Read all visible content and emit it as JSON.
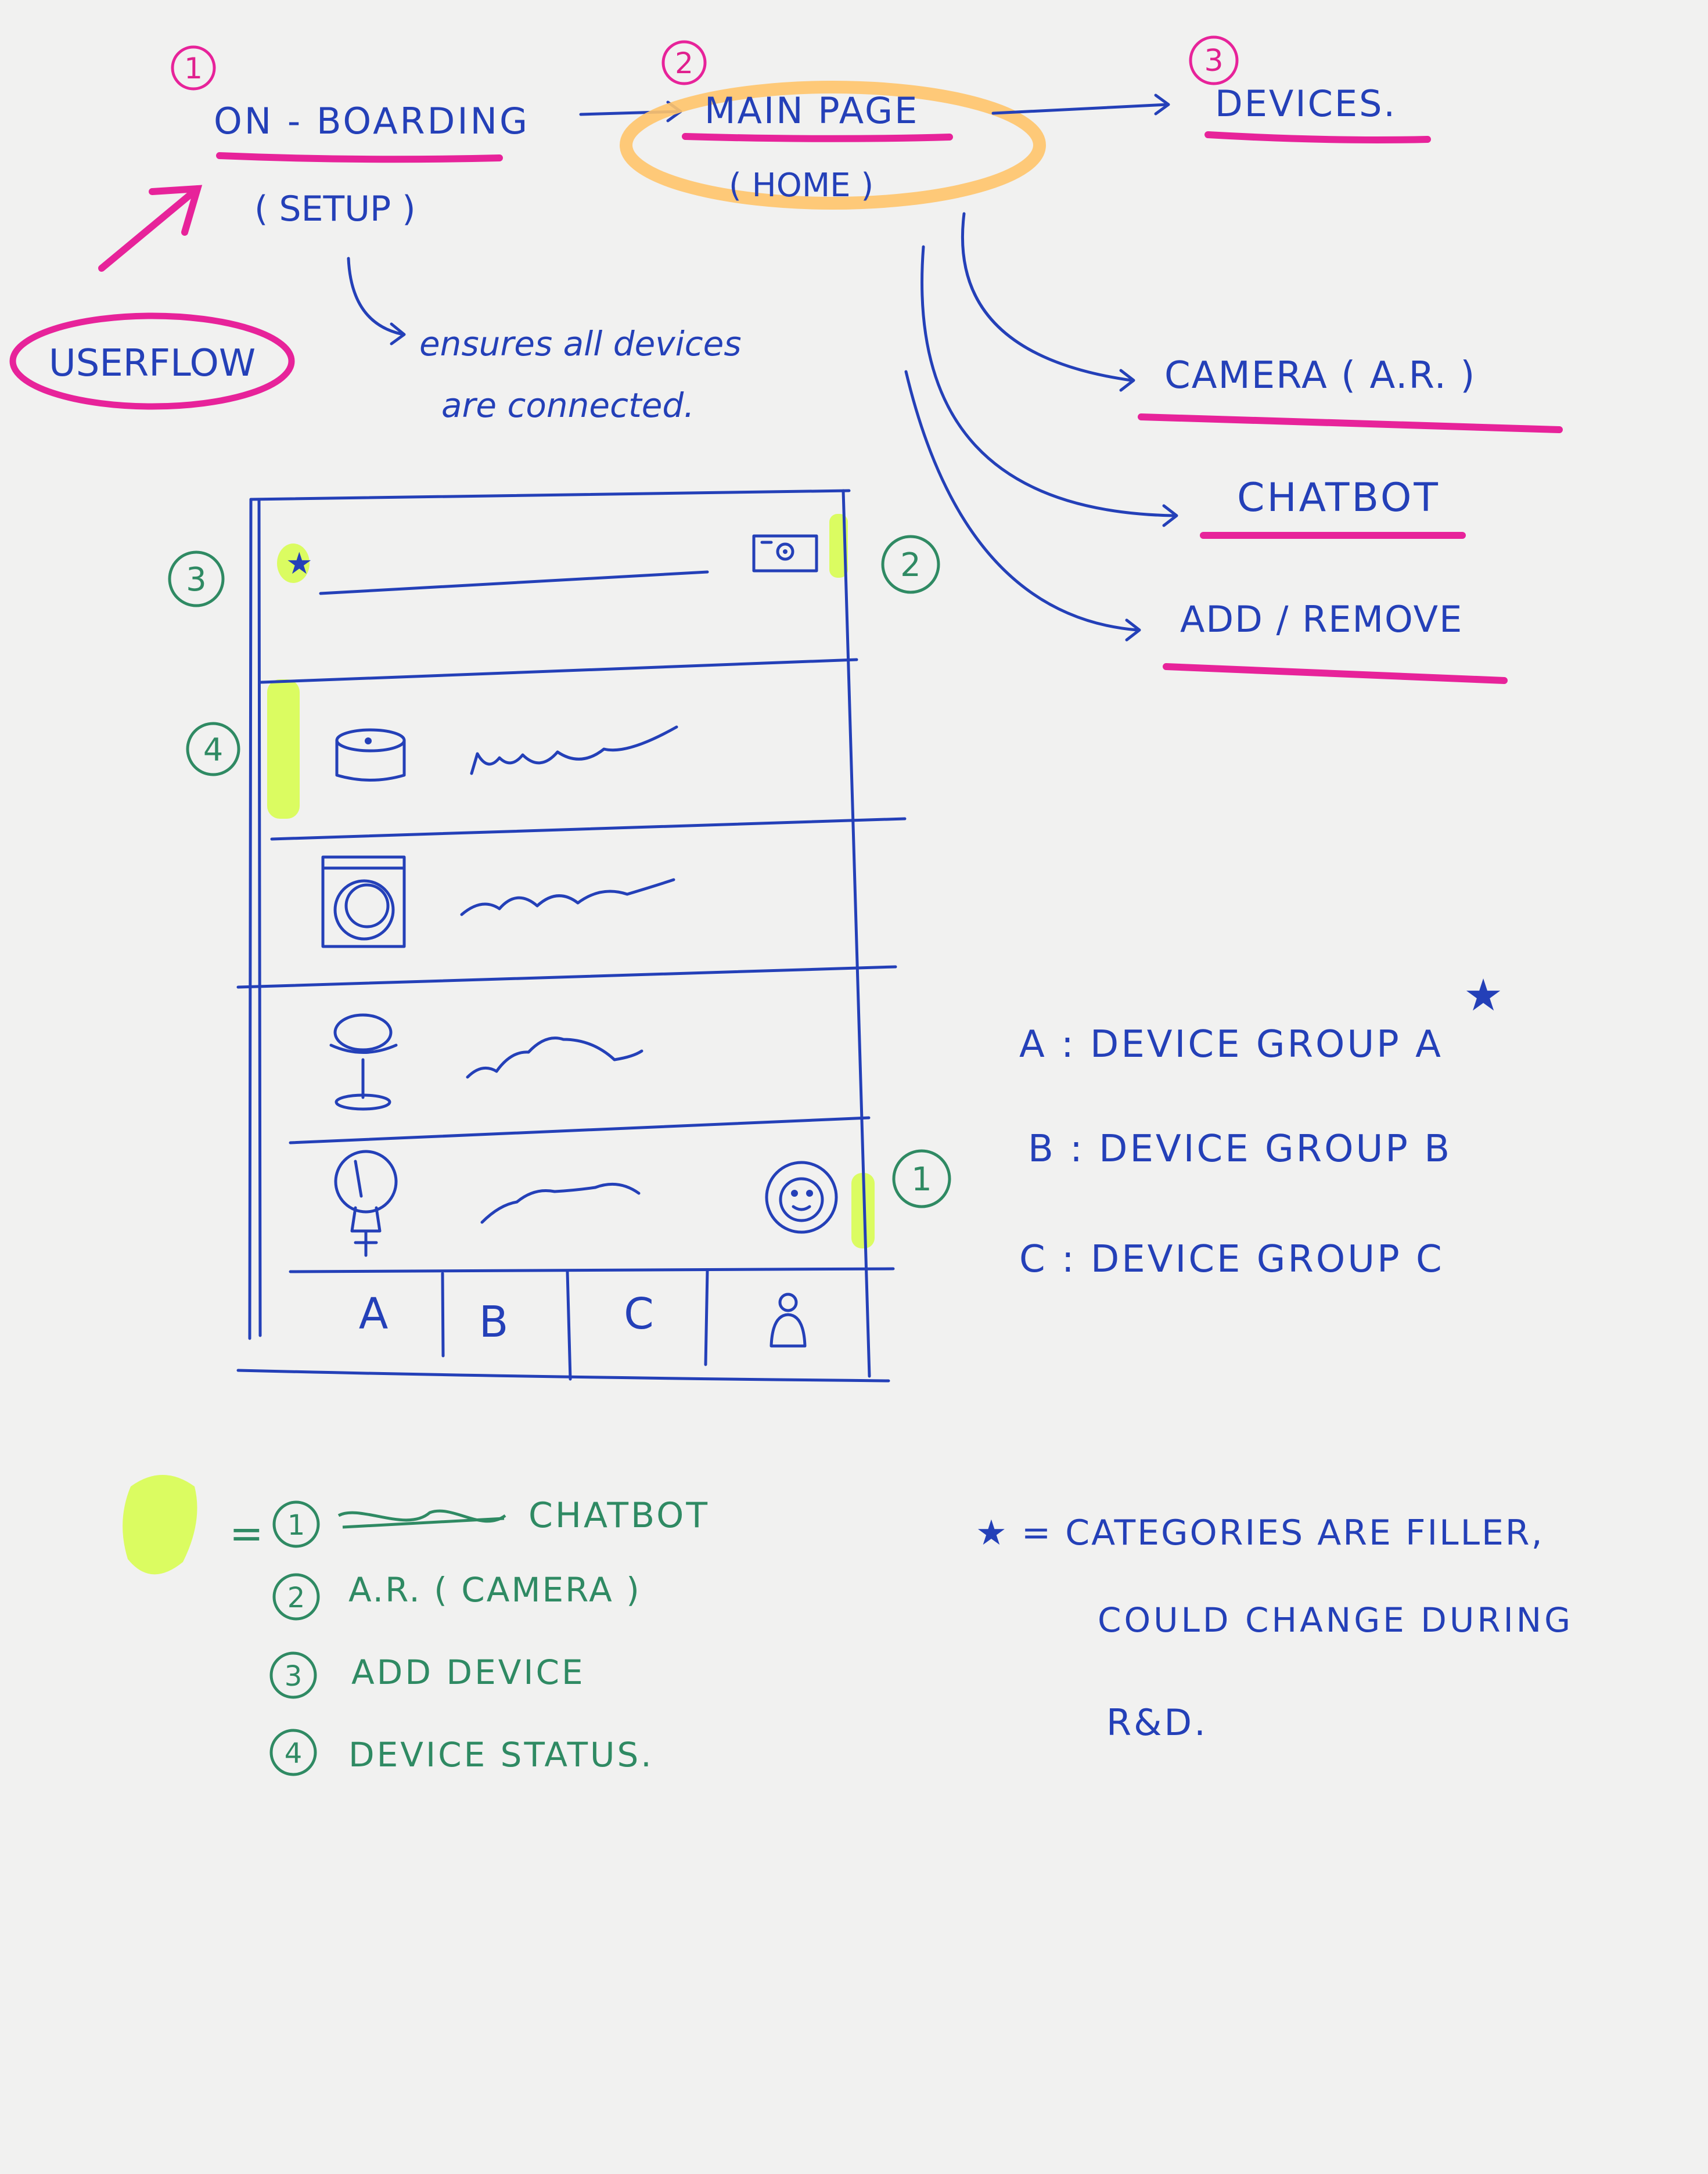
{
  "flow": {
    "step1": {
      "num": "1",
      "title": "ON - BOARDING",
      "sub": "( SETUP )"
    },
    "step2": {
      "num": "2",
      "title": "MAIN PAGE",
      "sub": "( HOME )"
    },
    "step3": {
      "num": "3",
      "title": "DEVICES."
    },
    "userflow": "USERFLOW",
    "ensures_line1": "ensures all devices",
    "ensures_line2": "are connected."
  },
  "branches": [
    "CAMERA ( A.R. )",
    "CHATBOT",
    "ADD / REMOVE"
  ],
  "phone": {
    "header_star": "★",
    "tabs": [
      "A",
      "B",
      "C"
    ],
    "callouts": [
      "3",
      "2",
      "4",
      "1"
    ]
  },
  "groups": [
    "A : DEVICE GROUP A",
    "B : DEVICE GROUP B",
    "C : DEVICE GROUP C"
  ],
  "legend": {
    "equals": "=",
    "items": [
      {
        "num": "1",
        "text": "CHATBOT"
      },
      {
        "num": "2",
        "text": "A.R. ( CAMERA )"
      },
      {
        "num": "3",
        "text": "ADD DEVICE"
      },
      {
        "num": "4",
        "text": "DEVICE STATUS."
      }
    ]
  },
  "note": {
    "line1": "★ = CATEGORIES ARE FILLER,",
    "line2": "COULD CHANGE DURING",
    "line3": "R&D."
  },
  "colors": {
    "ink_blue": "#2440b8",
    "ink_pink": "#e7239a",
    "ink_green": "#2f8a63",
    "highlighter": "#d6ff3d"
  }
}
